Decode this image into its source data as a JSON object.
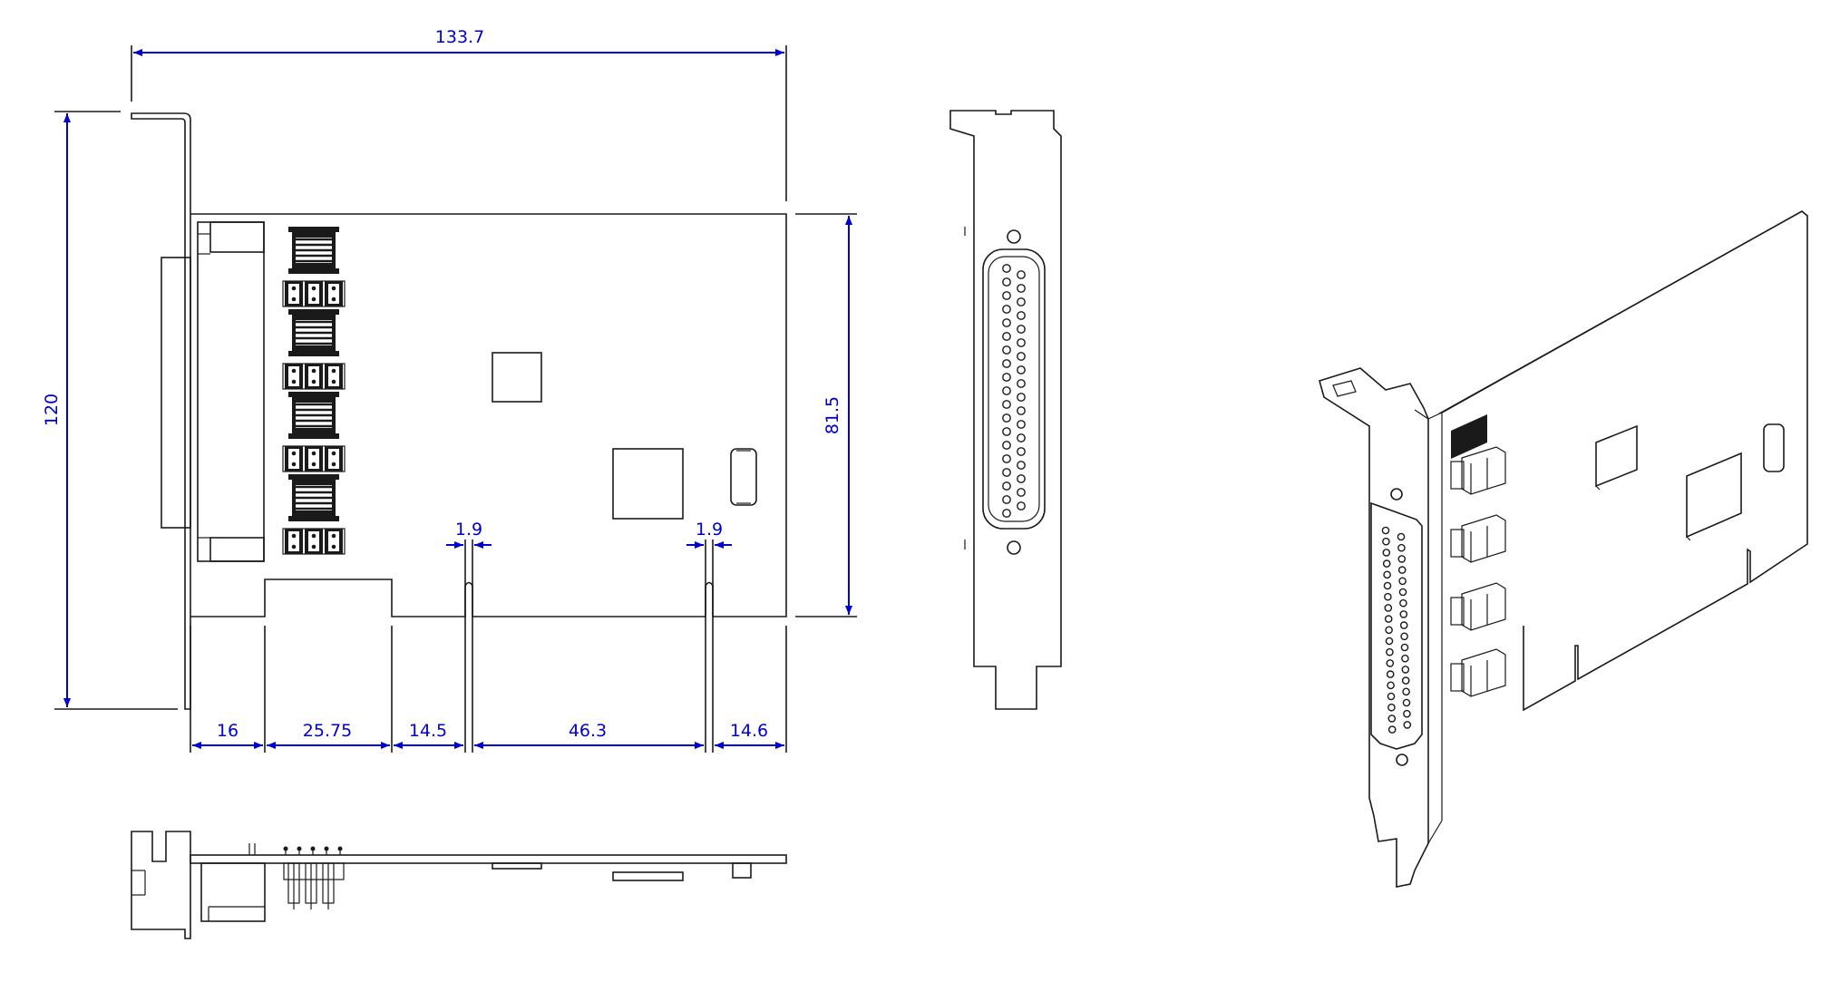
{
  "dimensions": {
    "width": "133.7",
    "height": "120",
    "pcb_height": "81.5",
    "notch_width_left": "1.9",
    "notch_width_right": "1.9",
    "seg_16": "16",
    "seg_25_75": "25.75",
    "seg_14_5": "14.5",
    "seg_46_3": "46.3",
    "seg_14_6": "14.6"
  },
  "colors": {
    "dimension": "#0000d0",
    "outline": "#1a1a1a",
    "background": "#ffffff"
  },
  "views": [
    "front-view",
    "bracket-view",
    "bottom-view",
    "isometric-view"
  ]
}
